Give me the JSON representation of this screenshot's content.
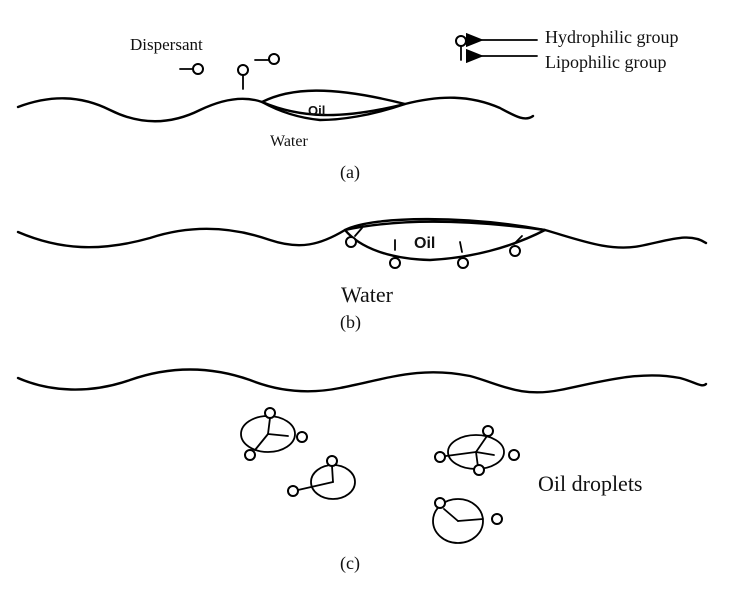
{
  "panel_a": {
    "dispersant_label": "Dispersant",
    "oil_label": "Oil",
    "water_label": "Water",
    "caption": "(a)"
  },
  "legend": {
    "hydrophilic": "Hydrophilic group",
    "lipophilic": "Lipophilic group"
  },
  "panel_b": {
    "oil_label": "Oil",
    "water_label": "Water",
    "caption": "(b)"
  },
  "panel_c": {
    "droplets_label": "Oil droplets",
    "caption": "(c)"
  },
  "icons": {
    "dispersant_molecule": "surfactant-molecule-icon",
    "arrow": "arrow-left-icon"
  }
}
